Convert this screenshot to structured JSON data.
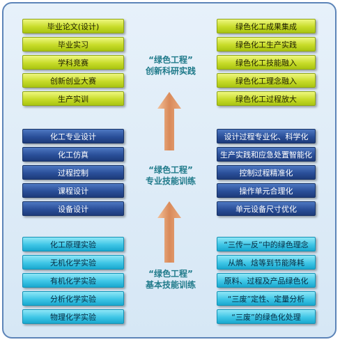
{
  "tiers": [
    {
      "left": [
        "毕业论文(设计)",
        "毕业实习",
        "学科竞赛",
        "创新创业大赛",
        "生产实训"
      ],
      "right": [
        "绿色化工成果集成",
        "绿色化工生产实践",
        "绿色化工技能融入",
        "绿色化工理念融入",
        "绿色化工过程放大"
      ],
      "label_line1": "“绿色工程”",
      "label_line2": "创新科研实践"
    },
    {
      "left": [
        "化工专业设计",
        "化工仿真",
        "过程控制",
        "课程设计",
        "设备设计"
      ],
      "right": [
        "设计过程专业化、科学化",
        "生产实践和应急处置智能化",
        "控制过程精准化",
        "操作单元合理化",
        "单元设备尺寸优化"
      ],
      "label_line1": "“绿色工程”",
      "label_line2": "专业技能训练"
    },
    {
      "left": [
        "化工原理实验",
        "无机化学实验",
        "有机化学实验",
        "分析化学实验",
        "物理化学实验"
      ],
      "right": [
        "“三传一反”中的绿色理念",
        "从熵、焓等到节能降耗",
        "原料、过程及产品绿色化",
        "“三废”定性、定量分析",
        "“三废”的绿色化处理"
      ],
      "label_line1": "“绿色工程”",
      "label_line2": "基本技能训练"
    }
  ],
  "colors": {
    "tier1_fill": "#c8dc2a",
    "tier2_fill": "#2a4f99",
    "tier3_fill": "#3fc6e6",
    "label_text": "#1f7a8a",
    "arrow": "#d98a5a"
  }
}
